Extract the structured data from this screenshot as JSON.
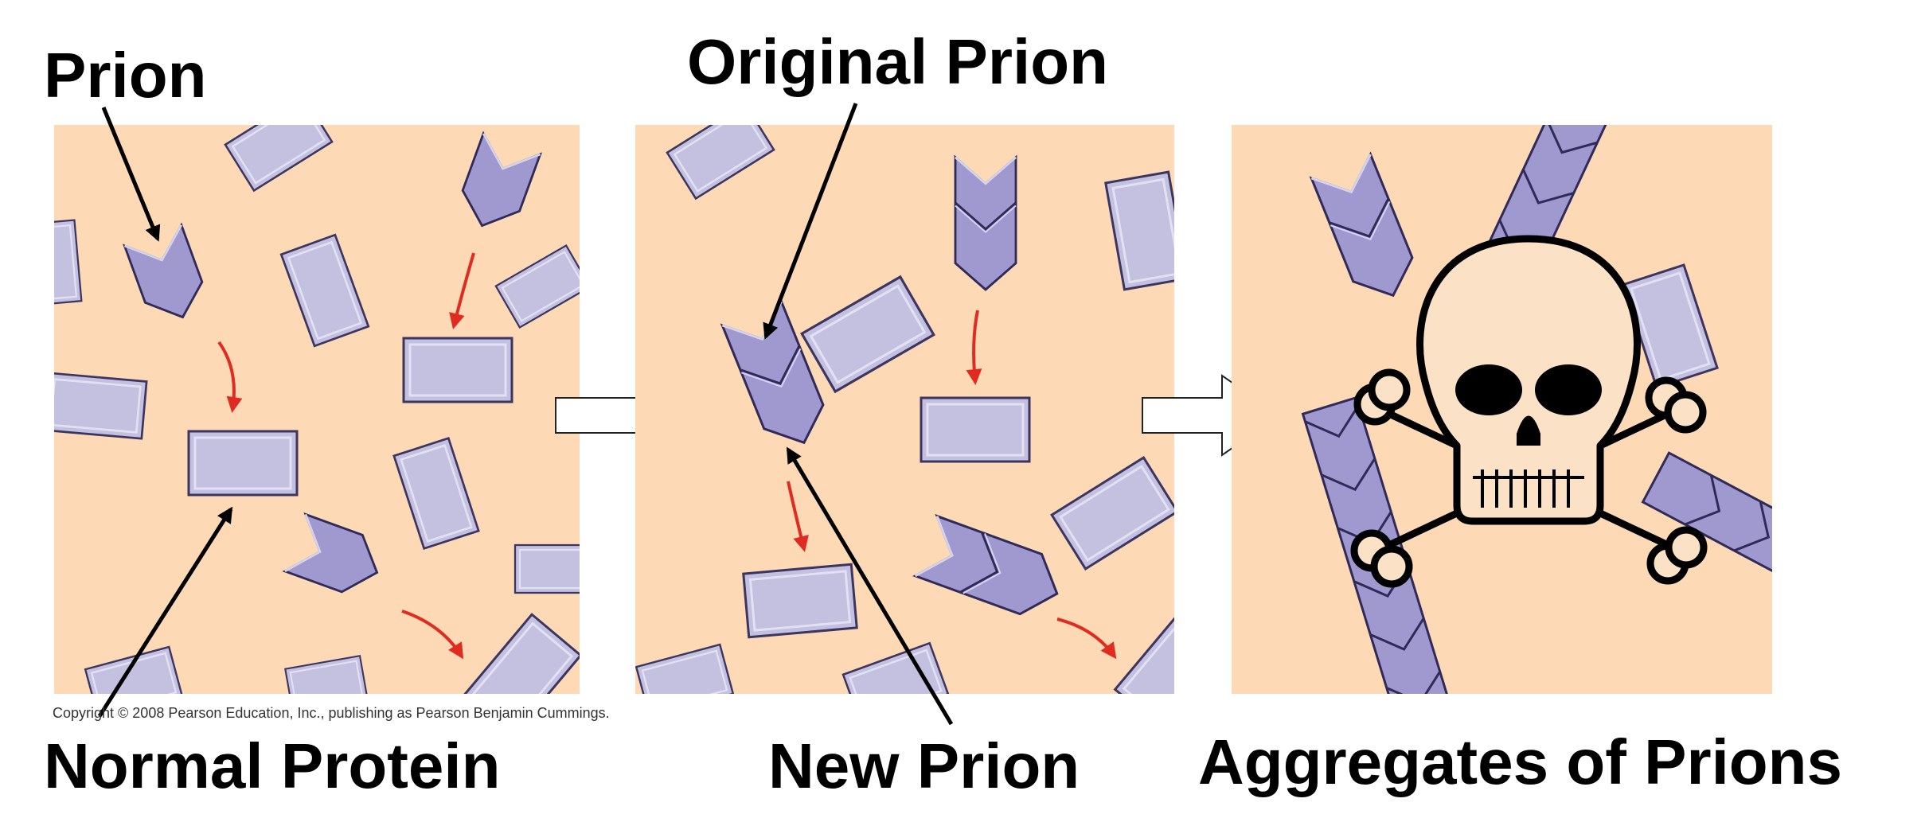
{
  "labels": {
    "prion": "Prion",
    "original_prion": "Original Prion",
    "normal_protein": "Normal Protein",
    "new_prion": "New Prion",
    "aggregates": "Aggregates of Prions"
  },
  "copyright": "Copyright © 2008 Pearson Education, Inc., publishing as Pearson Benjamin Cummings.",
  "colors": {
    "panel_background": "#fdd9b5",
    "normal_protein": "#c3c0e0",
    "prion": "#9f99cf",
    "conversion_arrow": "#e02b20",
    "label_arrow": "#000000",
    "skull_fill": "#fbe2c6"
  },
  "icons": [
    "skull-and-crossbones-icon",
    "right-arrow-icon"
  ]
}
